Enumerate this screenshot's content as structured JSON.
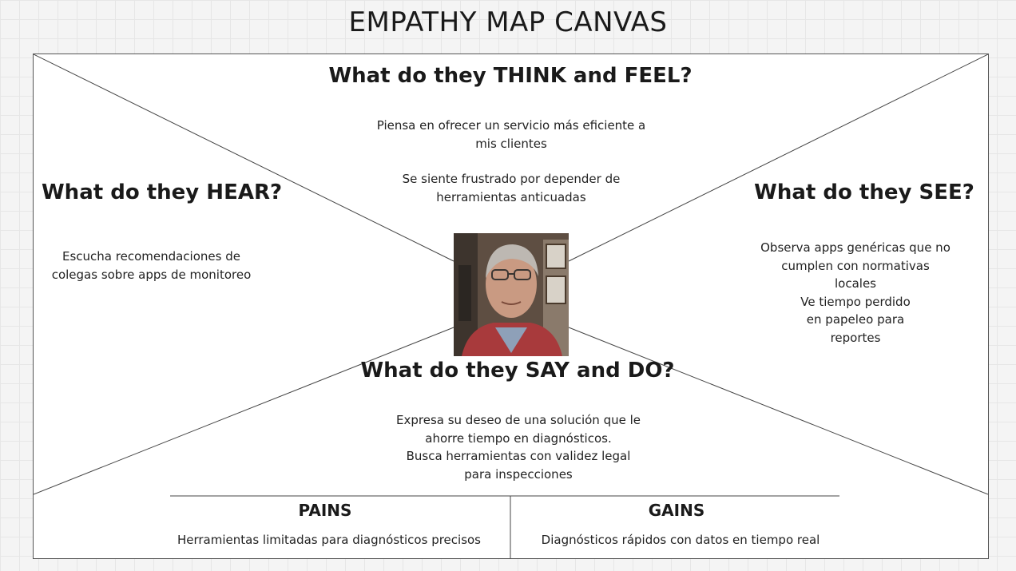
{
  "page_title": "EMPATHY MAP CANVAS",
  "sections": {
    "think_feel": {
      "heading": "What do they THINK and FEEL?",
      "lines": [
        "Piensa en ofrecer un servicio más eficiente a mis clientes",
        "",
        "Se siente frustrado por depender de herramientas anticuadas"
      ]
    },
    "hear": {
      "heading": "What do they HEAR?",
      "lines": [
        "Escucha recomendaciones de colegas sobre apps de monitoreo"
      ]
    },
    "see": {
      "heading": "What do they SEE?",
      "lines": [
        "Observa apps genéricas que no cumplen con normativas locales",
        "Ve tiempo perdido en papeleo para reportes"
      ]
    },
    "say_do": {
      "heading": "What do they SAY and DO?",
      "lines": [
        "Expresa su deseo de una solución que le ahorre tiempo en diagnósticos.",
        "Busca herramientas con validez legal para inspecciones"
      ]
    },
    "pains": {
      "heading": "PAINS",
      "text": "Herramientas limitadas para diagnósticos precisos"
    },
    "gains": {
      "heading": "GAINS",
      "text": "Diagnósticos rápidos con datos en tiempo real"
    }
  },
  "persona": {
    "icon": "user-photo"
  }
}
